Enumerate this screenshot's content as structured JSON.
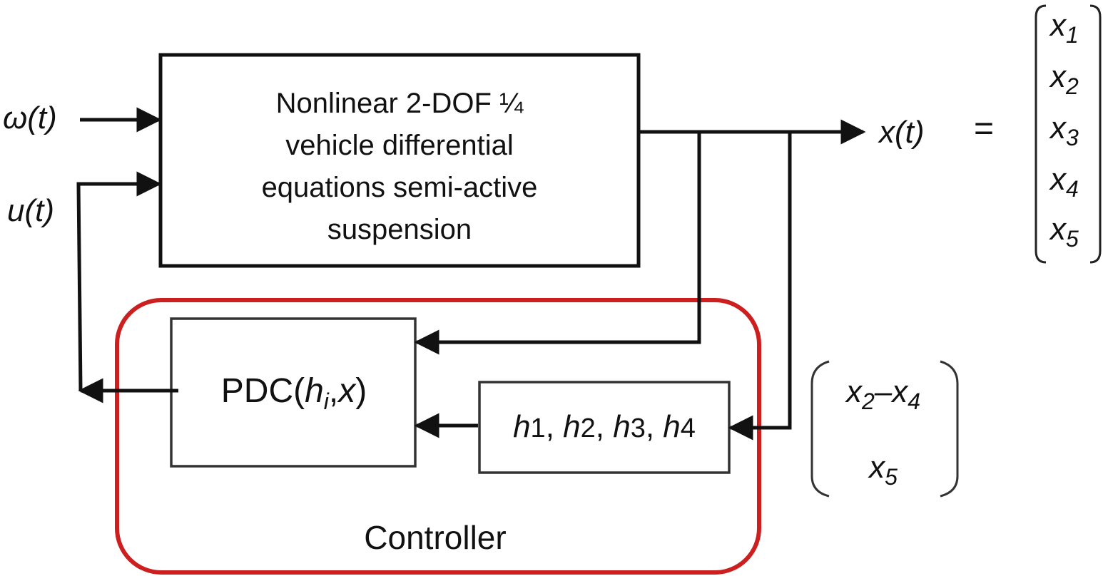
{
  "plant": {
    "lines": [
      "Nonlinear 2-DOF ¼",
      "vehicle differential",
      "equations semi-active",
      "suspension"
    ]
  },
  "inputs": {
    "disturbance": "ω(t)",
    "control": "u(t)"
  },
  "output": {
    "label": "x(t)",
    "equals": "="
  },
  "state_vector": {
    "base": "x",
    "subscripts": [
      "1",
      "2",
      "3",
      "4",
      "5"
    ]
  },
  "controller": {
    "title": "Controller",
    "border_color": "#cc1f1f",
    "pdc": {
      "name": "PDC(",
      "h": "h",
      "i": "i",
      "comma": ",",
      "x": "x",
      "close": ")"
    },
    "membership": {
      "items": [
        {
          "h": "h",
          "n": "1",
          "sep": ", "
        },
        {
          "h": "h",
          "n": "2",
          "sep": ", "
        },
        {
          "h": "h",
          "n": "3",
          "sep": ", "
        },
        {
          "h": "h",
          "n": "4",
          "sep": ""
        }
      ]
    }
  },
  "premise_vector": {
    "row1": {
      "a": "x",
      "a_sub": "2",
      "dash": "–",
      "b": "x",
      "b_sub": "4"
    },
    "row2": {
      "a": "x",
      "a_sub": "5"
    }
  }
}
